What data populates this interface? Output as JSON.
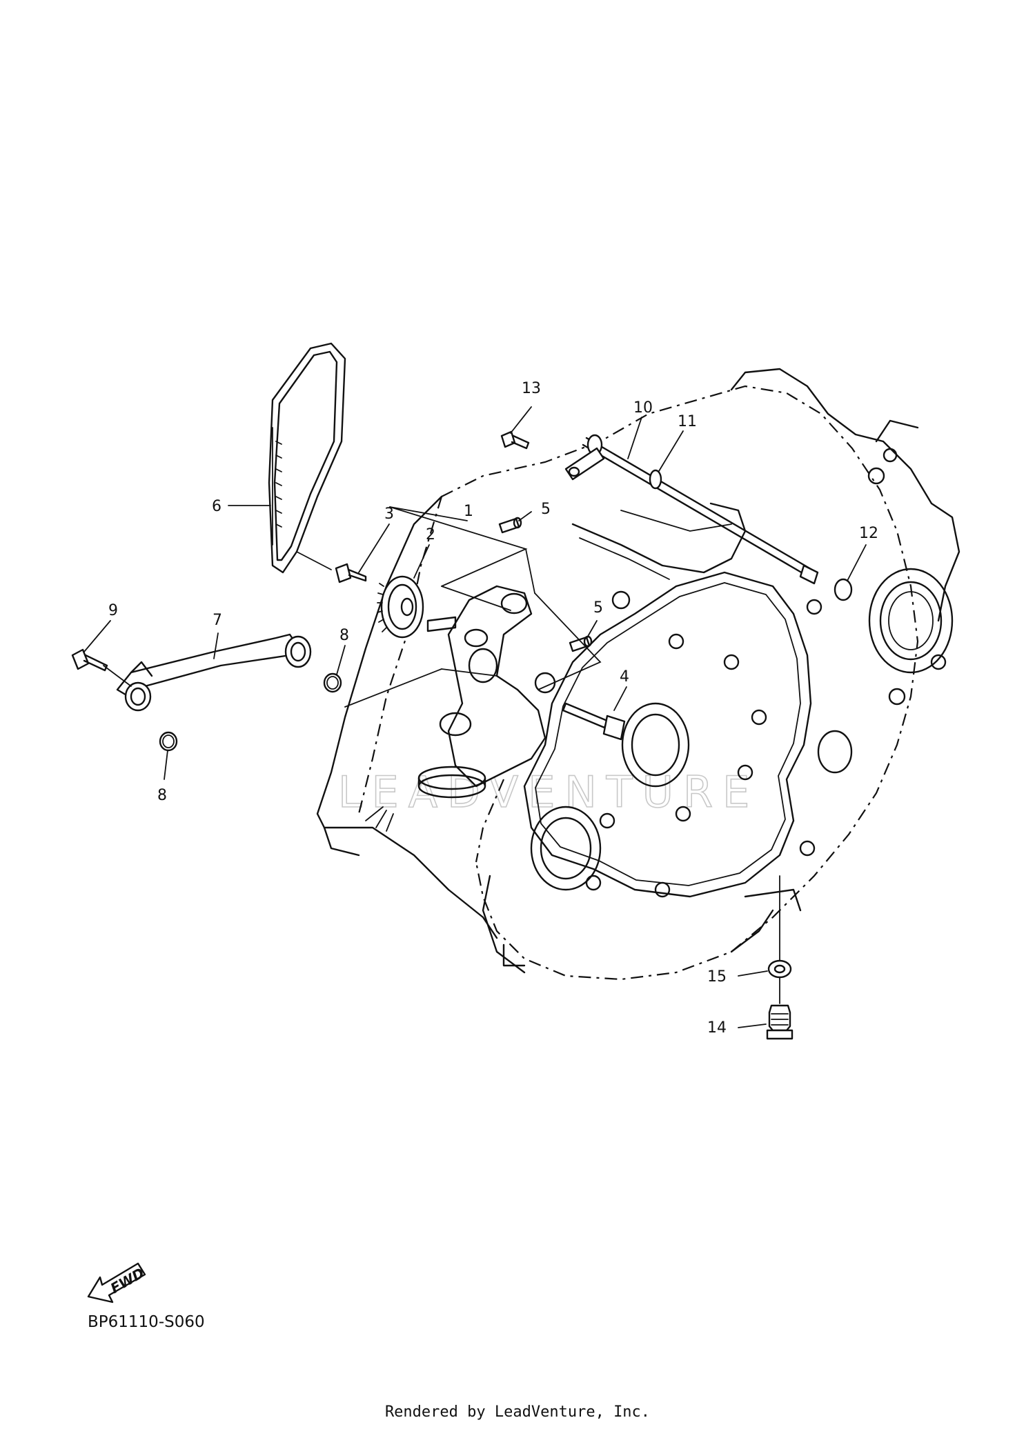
{
  "diagram": {
    "callouts": [
      {
        "id": "1",
        "label": "1"
      },
      {
        "id": "2",
        "label": "2"
      },
      {
        "id": "3",
        "label": "3"
      },
      {
        "id": "4",
        "label": "4"
      },
      {
        "id": "5a",
        "label": "5"
      },
      {
        "id": "5b",
        "label": "5"
      },
      {
        "id": "6",
        "label": "6"
      },
      {
        "id": "7",
        "label": "7"
      },
      {
        "id": "8a",
        "label": "8"
      },
      {
        "id": "8b",
        "label": "8"
      },
      {
        "id": "9",
        "label": "9"
      },
      {
        "id": "10",
        "label": "10"
      },
      {
        "id": "11",
        "label": "11"
      },
      {
        "id": "12",
        "label": "12"
      },
      {
        "id": "13",
        "label": "13"
      },
      {
        "id": "14",
        "label": "14"
      },
      {
        "id": "15",
        "label": "15"
      }
    ],
    "fwd_label": "FWD",
    "watermark": "LEADVENTURE",
    "figure_code": "BP61110-S060"
  },
  "footer": {
    "credit": "Rendered by LeadVenture, Inc."
  }
}
